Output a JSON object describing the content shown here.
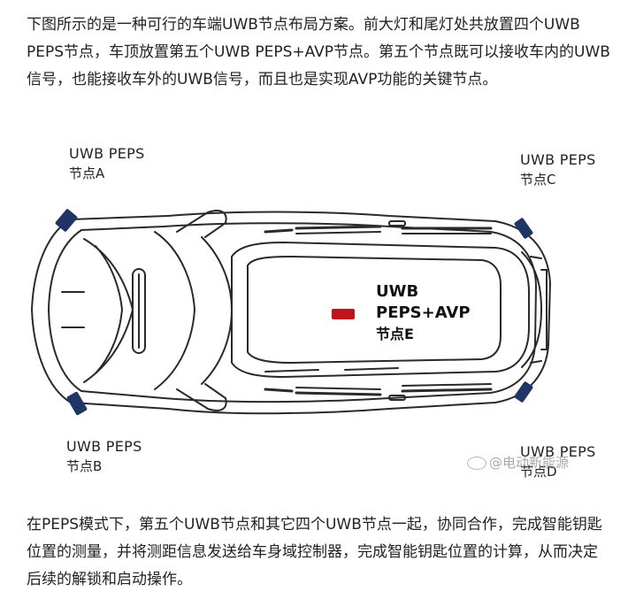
{
  "intro": "下图所示的是一种可行的车端UWB节点布局方案。前大灯和尾灯处共放置四个UWB PEPS节点，车顶放置第五个UWB PEPS+AVP节点。第五个节点既可以接收车内的UWB信号，也能接收车外的UWB信号，而且也是实现AVP功能的关键节点。",
  "figure": {
    "node_a": {
      "line1": "UWB PEPS",
      "line2": "节点A"
    },
    "node_b": {
      "line1": "UWB PEPS",
      "line2": "节点B"
    },
    "node_c": {
      "line1": "UWB PEPS",
      "line2": "节点C"
    },
    "node_d": {
      "line1": "UWB PEPS",
      "line2": "节点D"
    },
    "node_e": {
      "line1": "UWB",
      "line2": "PEPS+AVP",
      "line3": "节点E"
    },
    "watermark": "@电动新能源",
    "colors": {
      "peps_node": "#1f3566",
      "avp_node": "#c0141c",
      "outline": "#2a2a2a"
    }
  },
  "outro": "在PEPS模式下，第五个UWB节点和其它四个UWB节点一起，协同合作，完成智能钥匙位置的测量，并将测距信息发送给车身域控制器，完成智能钥匙位置的计算，从而决定后续的解锁和启动操作。"
}
